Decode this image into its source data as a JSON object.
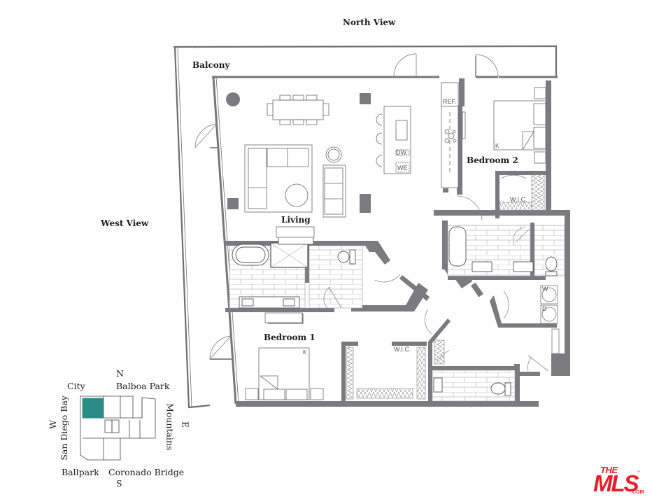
{
  "view_labels": {
    "north": "North View",
    "west": "West View"
  },
  "rooms": {
    "balcony": "Balcony",
    "living": "Living",
    "bedroom1": "Bedroom 1",
    "bedroom2": "Bedroom 2",
    "wic1": "W.I.C.",
    "wic2": "W.I.C."
  },
  "fixtures": {
    "refrigerator": "REF.",
    "dishwasher": "DW.",
    "wine": "WE",
    "washer": "W",
    "dryer": "D",
    "bed1_size": "K",
    "bed2_size": "K"
  },
  "key_plan": {
    "north": "N",
    "south": "S",
    "east": "E",
    "west": "W",
    "city": "City",
    "balboa_park": "Balboa Park",
    "san_diego_bay": "San Diego Bay",
    "mountains": "Mountains",
    "ballpark": "Ballpark",
    "coronado_bridge": "Coronado Bridge",
    "highlight_color": "#2a8c86"
  },
  "colors": {
    "wall": "#7b7b7d",
    "line": "#8a8a8a",
    "text": "#1d1d1d",
    "brand": "#e3202a"
  },
  "watermark": {
    "the": "THE",
    "mls": "MLS",
    "com": ".COM",
    "tm": "™"
  }
}
